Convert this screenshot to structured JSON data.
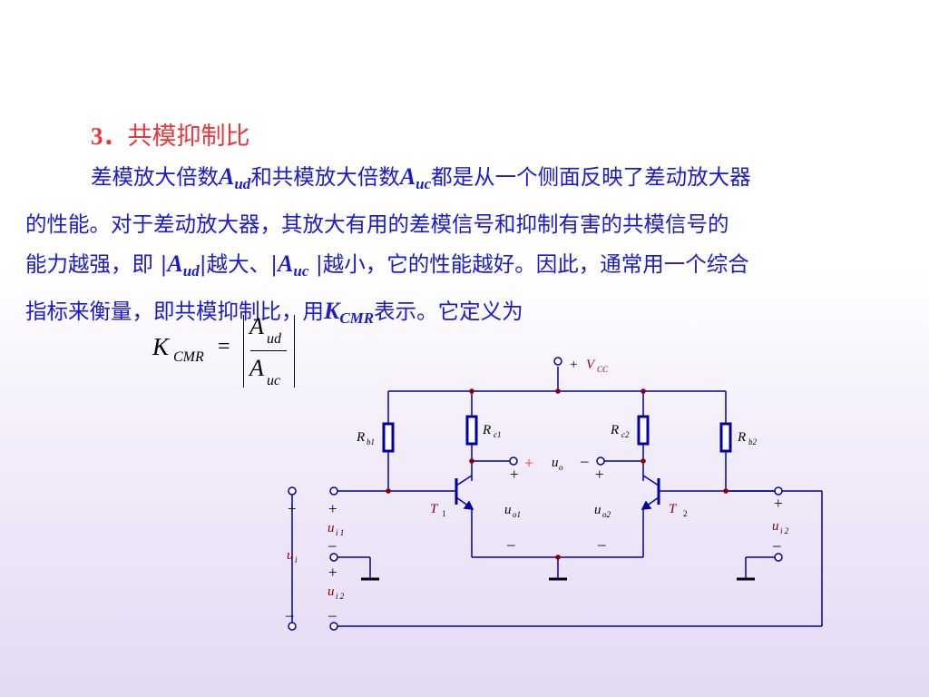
{
  "heading": {
    "number": "3．",
    "title": "共模抑制比"
  },
  "paragraph": {
    "l1a": "差模放大倍数",
    "A1": "A",
    "s1": "ud",
    "l1b": "和共模放大倍数",
    "A2": "A",
    "s2": "uc",
    "l1c": "都是从一个侧面反映了差动放大器",
    "l2": "的性能。对于差动放大器，其放大有用的差模信号和抑制有害的共模信号的",
    "l3a": "能力越强，即 |",
    "A3": "A",
    "s3": "ud",
    "l3b": "|越大、|",
    "A4": "A",
    "s4": "uc",
    "l3c": " |越小，它的性能越好。因此，通常用一个综合",
    "l4a": "指标来衡量，即共模抑制比，用",
    "K": "K",
    "sK": "CMR",
    "l4b": "表示。它定义为"
  },
  "formula": {
    "K": "K",
    "K_sub": "CMR",
    "eq": "=",
    "num": "A",
    "num_sub": "ud",
    "den": "A",
    "den_sub": "uc"
  },
  "circuit": {
    "vcc_sign": "+",
    "vcc_V": "V",
    "vcc_sub": "CC",
    "rb1": "R",
    "rb1_sub": "b1",
    "rc1": "R",
    "rc1_sub": "c1",
    "rc2": "R",
    "rc2_sub": "c2",
    "rb2": "R",
    "rb2_sub": "b2",
    "t1": "T",
    "t1_sub": "1",
    "t2": "T",
    "t2_sub": "2",
    "uo": "u",
    "uo_sub": "o",
    "uo1": "u",
    "uo1_sub": "o1",
    "uo2": "u",
    "uo2_sub": "o2",
    "ui": "u",
    "ui_sub": "i",
    "ui1": "u",
    "ui1_sub": "i 1",
    "ui2_left": "u",
    "ui2_left_sub": "i 2",
    "ui2_right": "u",
    "ui2_right_sub": "i 2",
    "plus": "+",
    "minus": "–"
  },
  "colors": {
    "heading": "#e8383d",
    "text": "#1a1ad0",
    "wire": "#0000aa",
    "node": "#8b0000",
    "circuit_label": "#8b0000"
  }
}
